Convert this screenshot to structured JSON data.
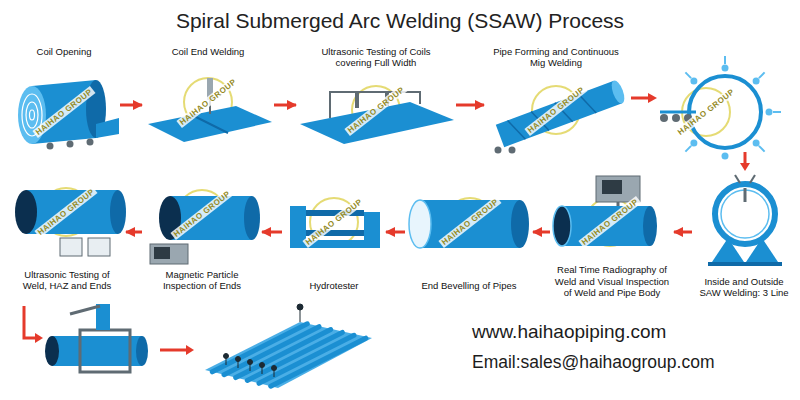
{
  "diagram": {
    "title": "Spiral Submerged Arc Welding (SSAW) Process",
    "nodes": [
      {
        "text": [
          "Coil Opening"
        ]
      },
      {
        "text": [
          "Coil End Welding"
        ]
      },
      {
        "text": [
          "Ultrasonic Testing of Coils covering Full Width"
        ]
      },
      {
        "text": [
          "Pipe Forming and Continuous Mig Welding"
        ]
      },
      {
        "text": [
          "Inside and Outside SAW Welding: 3 Line"
        ]
      },
      {
        "text": [
          "Real Time Radiography of Weld and Visual Inspection of Weld and Pipe Body"
        ]
      },
      {
        "text": [
          "End Bevelling of Pipes"
        ]
      },
      {
        "text": [
          "Hydrotester"
        ]
      },
      {
        "text": [
          "Magnetic Particle Inspection of Ends"
        ]
      },
      {
        "text": [
          "Ultrasonic Testing of Weld, HAZ and Ends"
        ]
      }
    ],
    "edges": [
      {
        "from": 0,
        "to": 1,
        "arrow": "to"
      },
      {
        "from": 1,
        "to": 2,
        "arrow": "to"
      },
      {
        "from": 2,
        "to": 3,
        "arrow": "to"
      },
      {
        "from": 4,
        "to": 5,
        "arrow": "to"
      },
      {
        "from": 5,
        "to": 6,
        "arrow": "to"
      },
      {
        "from": 6,
        "to": 7,
        "arrow": "to"
      },
      {
        "from": 7,
        "to": 8,
        "arrow": "to"
      },
      {
        "from": 8,
        "to": 9,
        "arrow": "to"
      }
    ],
    "labels": [
      "HAIHAO GROUP",
      "HAIHAO GROUP",
      "HAIHAO GROUP",
      "HAIHAO GROUP",
      "HAIHAO GROUP",
      "HAIHAO GROUP",
      "HAIHAO GROUP",
      "HAIHAO GROUP",
      "HAIHAO GROUP",
      "HAIHAO GROUP",
      "www.haihaopiping.com",
      "Email:sales@haihaogroup.com"
    ]
  }
}
